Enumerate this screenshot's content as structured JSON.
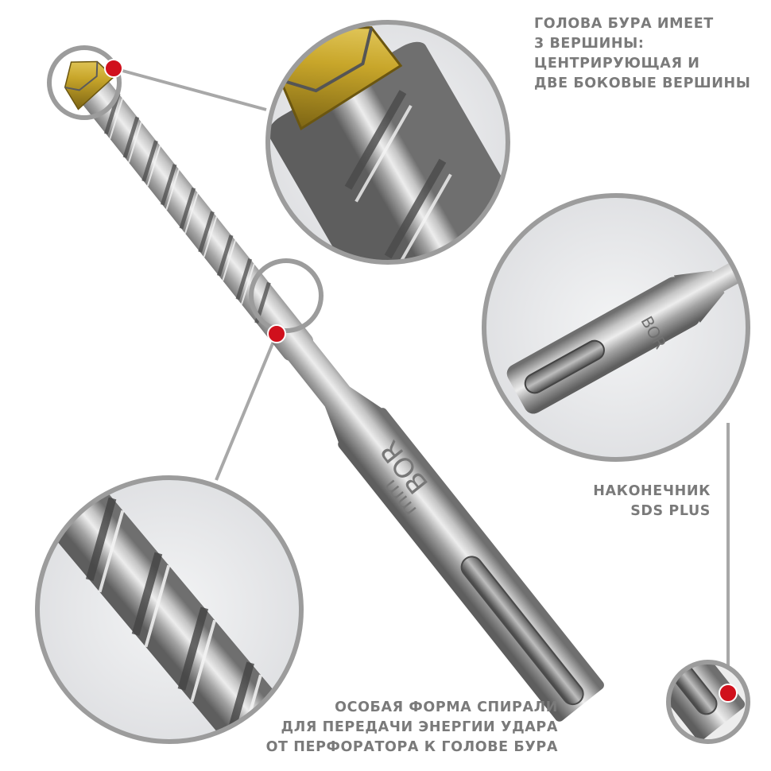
{
  "annotations": {
    "drill_head": [
      "ГОЛОВА БУРА ИМЕЕТ",
      "3 ВЕРШИНЫ:",
      "ЦЕНТРИРУЮЩАЯ И",
      "ДВЕ БОКОВЫЕ ВЕРШИНЫ"
    ],
    "sds_tip": [
      "НАКОНЕЧНИК",
      "SDS PLUS"
    ],
    "spiral": [
      "ОСОБАЯ ФОРМА СПИРАЛИ",
      "ДЛЯ ПЕРЕДАЧИ ЭНЕРГИИ УДАРА",
      "ОТ ПЕРФОРАТОРА К ГОЛОВЕ БУРА"
    ]
  },
  "engraving": {
    "brand": "BOR",
    "unit": "mm"
  },
  "colors": {
    "marker": "#d0101c",
    "ring": "#9c9c9c",
    "caption": "#7a7a7a",
    "zoom_background": "#e7e8ea",
    "carbide_tip": "#c8a62a"
  }
}
